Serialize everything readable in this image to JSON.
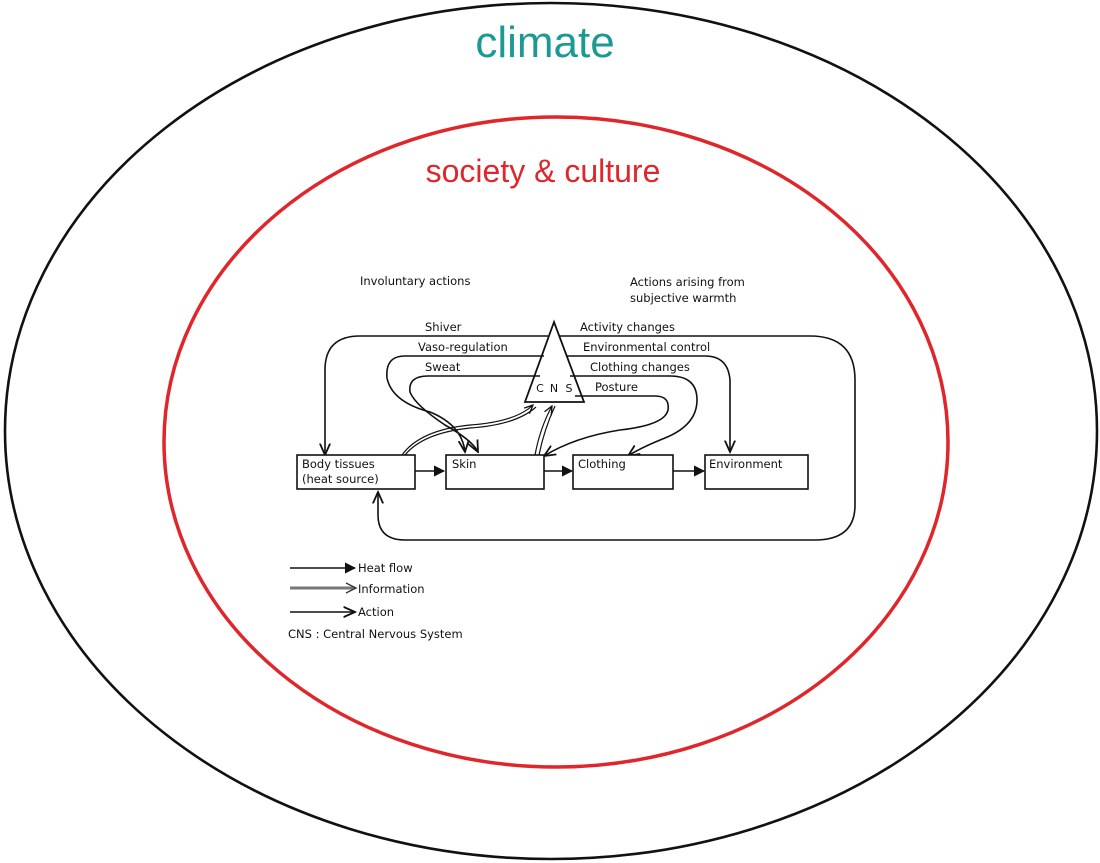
{
  "outer_title": "climate",
  "inner_title": "society & culture",
  "colors": {
    "outer_title": "#1b9a94",
    "inner_title": "#e0262b",
    "outer_ring": "#111111",
    "inner_ring": "#e0262b"
  },
  "diagram": {
    "heading_left": "Involuntary actions",
    "heading_right_line1": "Actions arising from",
    "heading_right_line2": "subjective warmth",
    "left_actions": [
      "Shiver",
      "Vaso-regulation",
      "Sweat"
    ],
    "right_actions": [
      "Activity changes",
      "Environmental control",
      "Clothing changes",
      "Posture"
    ],
    "cns_letters": [
      "C",
      "N",
      "S"
    ],
    "boxes": {
      "body_line1": "Body tissues",
      "body_line2": "(heat source)",
      "skin": "Skin",
      "clothing": "Clothing",
      "environment": "Environment"
    }
  },
  "legend": {
    "heat_flow": "Heat flow",
    "information": "Information",
    "action": "Action",
    "cns_note": "CNS : Central Nervous System"
  }
}
